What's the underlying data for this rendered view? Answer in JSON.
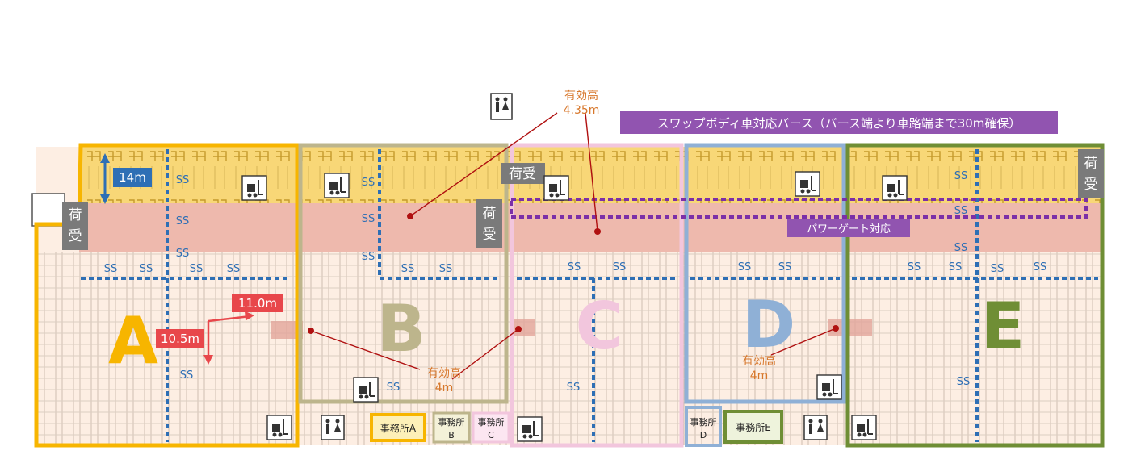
{
  "colors": {
    "zone_a": "#f7b500",
    "zone_b": "#bdb58c",
    "zone_c": "#f2c6dd",
    "zone_d": "#8fb0d6",
    "zone_e": "#6f8e35",
    "dock_band": "#f8d777",
    "apron": "#eeb9ad",
    "floor": "#fdeee3",
    "ss_line": "#2e6fb5",
    "annotation": "#d7772b",
    "leader": "#b01010",
    "swap_banner": "#9154b0",
    "receiving_tag": "#7a7a7a",
    "dimension_red": "#e8474b"
  },
  "zones": [
    {
      "letter": "A"
    },
    {
      "letter": "B"
    },
    {
      "letter": "C"
    },
    {
      "letter": "D"
    },
    {
      "letter": "E"
    }
  ],
  "banners": {
    "swap_body": "スワップボディ車対応バース（バース端より車路端まで30m確保）",
    "power_gate": "パワーゲート対応"
  },
  "receiving_label": [
    "荷",
    "受"
  ],
  "receiving_label_inline": "荷受",
  "dimensions": {
    "depth_14m": "14m",
    "width_11m": "11.0m",
    "depth_10_5m": "10.5m"
  },
  "annotations": {
    "clear_height_top": [
      "有効高",
      "4.35m"
    ],
    "clear_height_bc": [
      "有効高",
      "4m"
    ],
    "clear_height_d": [
      "有効高",
      "4m"
    ]
  },
  "ss_label": "SS",
  "offices": [
    {
      "label": "事務所A"
    },
    {
      "label_lines": [
        "事務所",
        "B"
      ]
    },
    {
      "label_lines": [
        "事務所",
        "C"
      ]
    },
    {
      "label_lines": [
        "事務所",
        "D"
      ]
    },
    {
      "label": "事務所E"
    }
  ],
  "icons": [
    "restroom-icon",
    "forklift-icon"
  ]
}
